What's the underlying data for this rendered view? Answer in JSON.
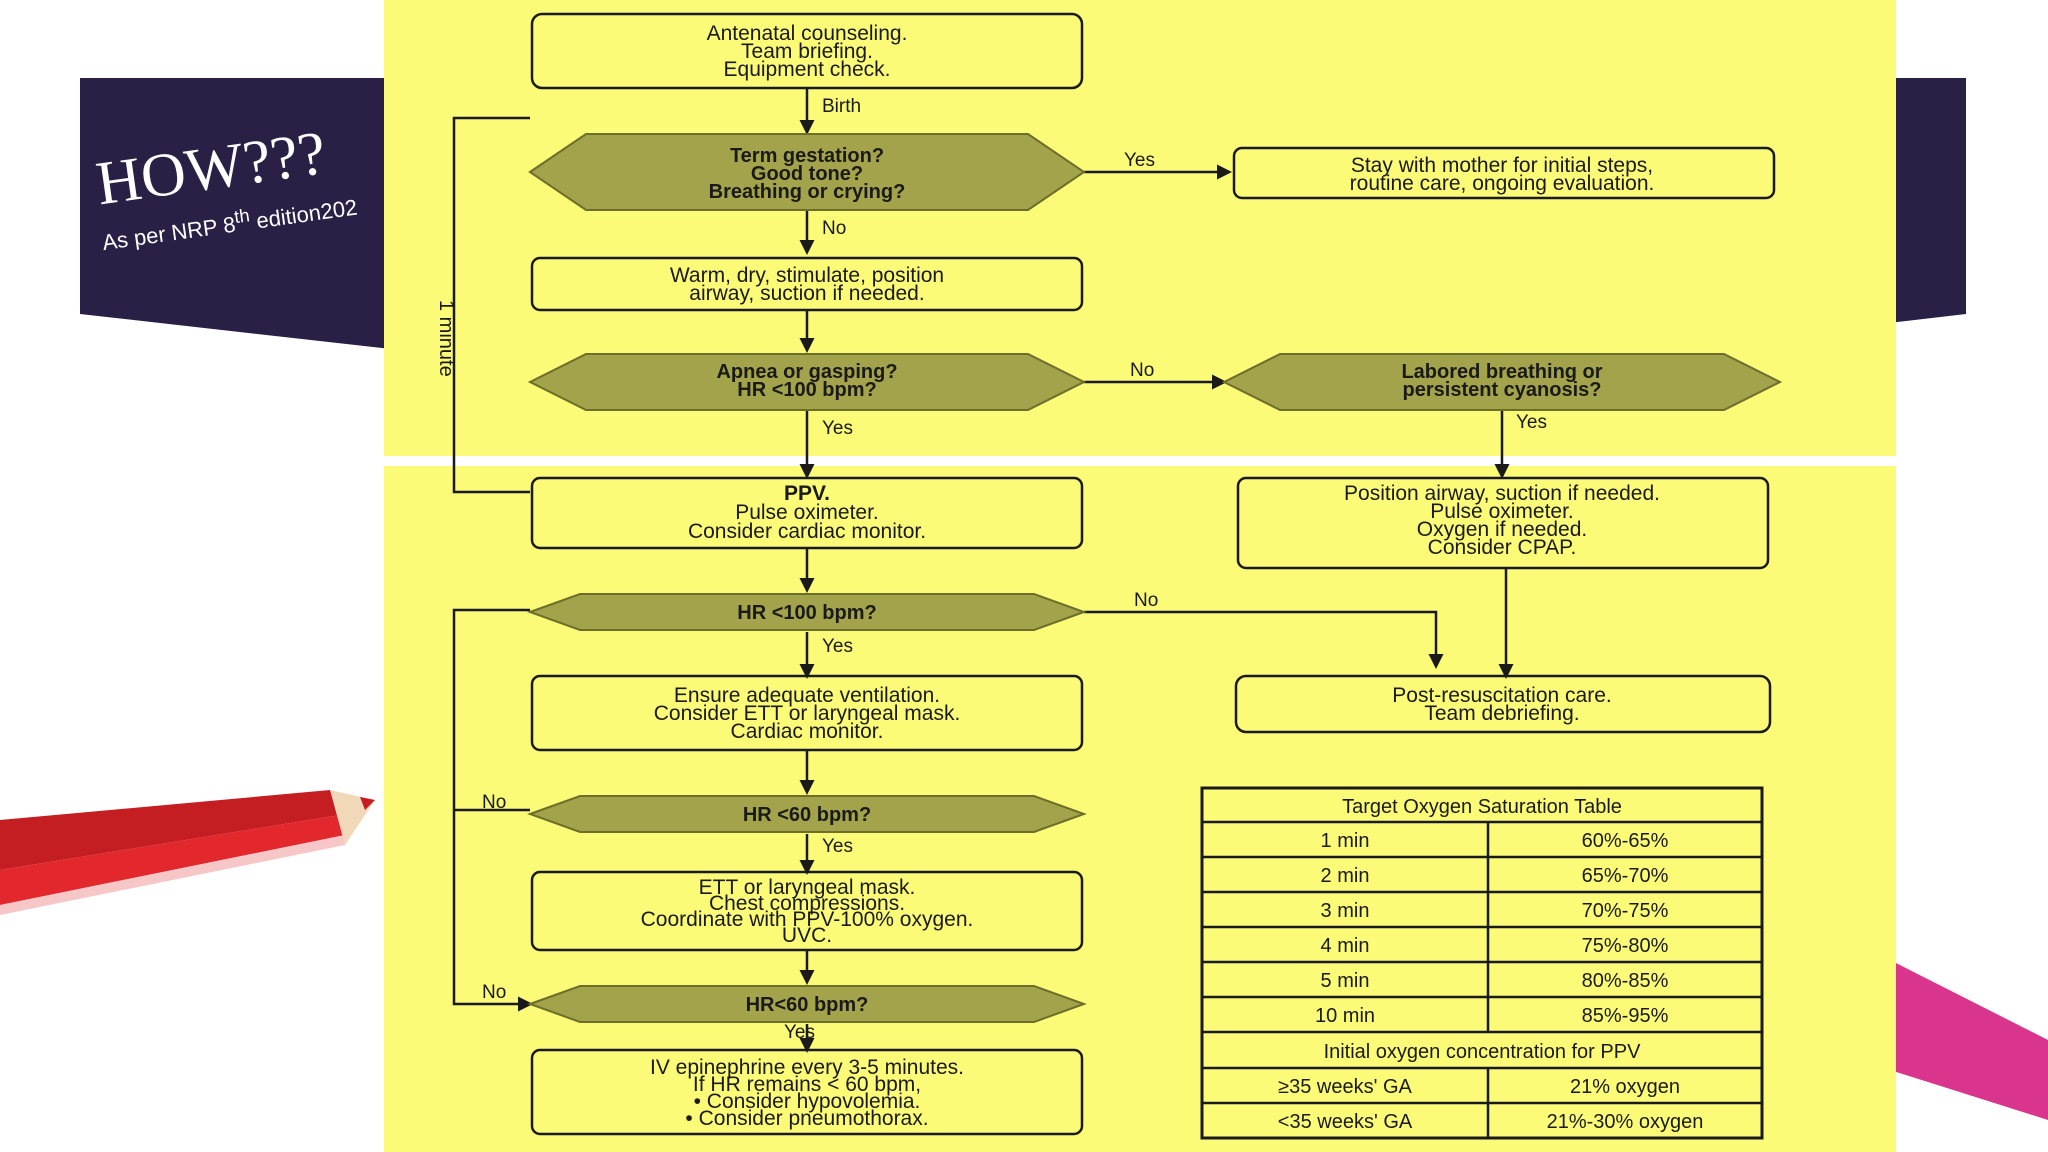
{
  "slide": {
    "title": "HOW???",
    "subtitle_prefix": "As per NRP 8",
    "subtitle_sup": "th",
    "subtitle_suffix": " edition202"
  },
  "colors": {
    "banner": "#2a1f45",
    "panel": "#fbfb78",
    "hexagon": "#a2a34a",
    "pencil": "#e2282c",
    "accent": "#d9358c"
  },
  "flowchart": {
    "side_label": "1 minute",
    "boxes": {
      "prep": [
        "Antenatal counseling.",
        "Team briefing.",
        "Equipment check."
      ],
      "stay": [
        "Stay with mother for initial steps,",
        "routine care, ongoing evaluation."
      ],
      "warm": [
        "Warm, dry, stimulate, position",
        "airway, suction if needed."
      ],
      "ppv": [
        "PPV.",
        "Pulse oximeter.",
        "Consider cardiac monitor."
      ],
      "position": [
        "Position airway, suction if needed.",
        "Pulse oximeter.",
        "Oxygen if needed.",
        "Consider CPAP."
      ],
      "ensure": [
        "Ensure adequate ventilation.",
        "Consider ETT or laryngeal mask.",
        "Cardiac monitor."
      ],
      "post": [
        "Post-resuscitation care.",
        "Team debriefing."
      ],
      "ett": [
        "ETT or laryngeal mask.",
        "Chest compressions.",
        "Coordinate with PPV-100% oxygen.",
        "UVC."
      ],
      "iv": [
        "IV epinephrine every 3-5 minutes.",
        "If HR remains < 60 bpm,",
        "• Consider hypovolemia.",
        "• Consider pneumothorax."
      ]
    },
    "decisions": {
      "term": [
        "Term gestation?",
        "Good tone?",
        "Breathing or crying?"
      ],
      "apnea": [
        "Apnea or gasping?",
        "HR <100 bpm?"
      ],
      "labored": [
        "Labored breathing or",
        "persistent cyanosis?"
      ],
      "hr100": [
        "HR <100 bpm?"
      ],
      "hr60a": [
        "HR <60 bpm?"
      ],
      "hr60b": [
        "HR<60 bpm?"
      ]
    },
    "labels": {
      "birth": "Birth",
      "yes_term": "Yes",
      "no_term": "No",
      "no_apnea": "No",
      "yes_apnea": "Yes",
      "yes_labored": "Yes",
      "no_hr100": "No",
      "yes_hr100": "Yes",
      "no_hr60a": "No",
      "yes_hr60a": "Yes",
      "no_hr60b": "No",
      "yes_hr60b": "Yes"
    },
    "sat_table": {
      "title": "Target Oxygen Saturation Table",
      "rows": [
        [
          "1 min",
          "60%-65%"
        ],
        [
          "2 min",
          "65%-70%"
        ],
        [
          "3 min",
          "70%-75%"
        ],
        [
          "4 min",
          "75%-80%"
        ],
        [
          "5 min",
          "80%-85%"
        ],
        [
          "10 min",
          "85%-95%"
        ]
      ],
      "ppv_title": "Initial oxygen concentration for PPV",
      "ppv_rows": [
        [
          "≥35 weeks' GA",
          "21% oxygen"
        ],
        [
          "<35 weeks' GA",
          "21%-30% oxygen"
        ]
      ]
    }
  }
}
